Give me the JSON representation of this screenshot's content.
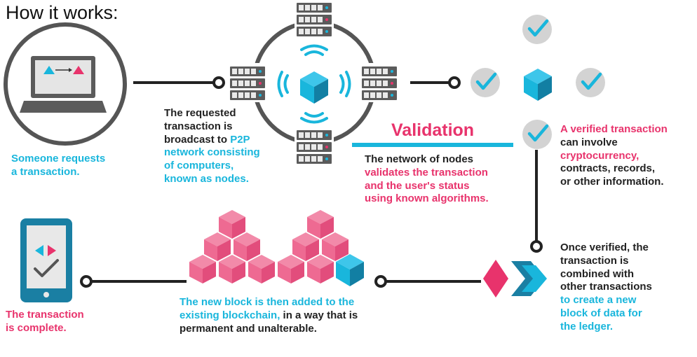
{
  "title": "How it works:",
  "colors": {
    "teal": "#19b6dc",
    "pink": "#e8336c",
    "navy": "#1a7fa3",
    "gray": "#5b5b5b",
    "light_gray": "#d6d6d6"
  },
  "steps": {
    "request": {
      "lines": [
        "Someone requests",
        "a transaction."
      ],
      "icon": "laptop-icon"
    },
    "broadcast": {
      "lines": [
        "The requested",
        "transaction is"
      ],
      "line3_prefix": "broadcast to ",
      "line3_highlight": "P2P",
      "lines_highlight": [
        "network consisting",
        "of computers,",
        "known as nodes."
      ],
      "icon": "network-icon"
    },
    "validation": {
      "heading": "Validation",
      "line1": "The network of nodes",
      "lines_highlight": [
        "validates the transaction",
        "and the user's status",
        "using known algorithms."
      ]
    },
    "verified": {
      "line1_highlight": "A verified transaction",
      "line2": "can involve",
      "line3_highlight": "cryptocurrency,",
      "lines": [
        "contracts, records,",
        "or other information."
      ]
    },
    "combined": {
      "lines": [
        "Once verified, the",
        "transaction is",
        "combined with",
        "other transactions"
      ],
      "lines_highlight": [
        "to create a new",
        "block of data for",
        "the ledger."
      ]
    },
    "added": {
      "lines_highlight": [
        "The new block is then added to the",
        "existing blockchain,"
      ],
      "line2_suffix": " in a way that is",
      "line3": "permanent and unalterable."
    },
    "complete": {
      "lines": [
        "The transaction",
        "is complete."
      ],
      "icon": "phone-icon"
    }
  }
}
